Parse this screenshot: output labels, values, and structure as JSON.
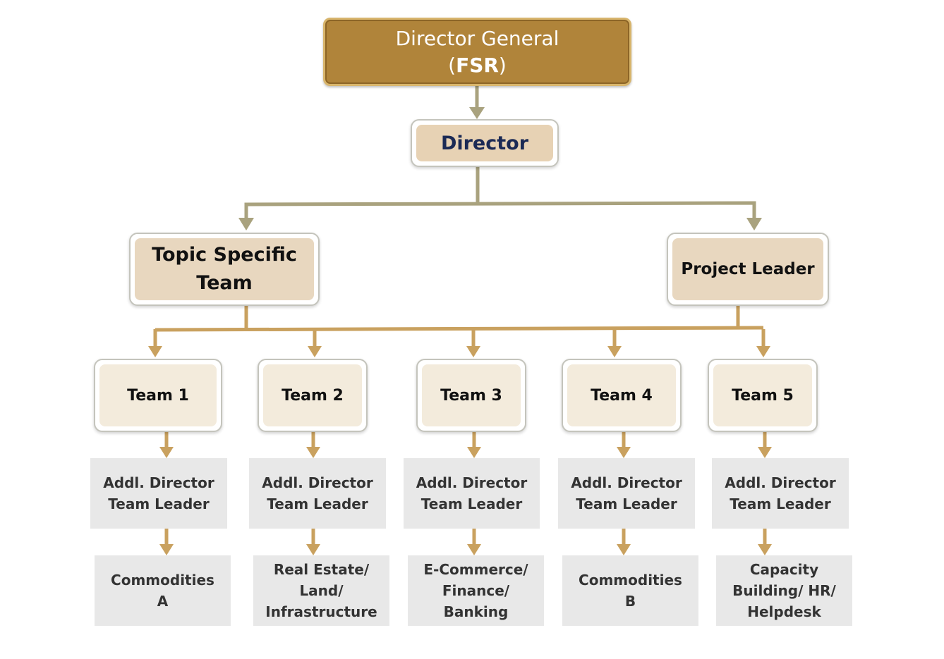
{
  "director_general": {
    "title": "Director General",
    "abbr_open": "(",
    "abbr": "FSR",
    "abbr_close": ")"
  },
  "director": {
    "label": "Director"
  },
  "topic_specific_team": {
    "line1": "Topic Specific",
    "line2": "Team"
  },
  "project_leader": {
    "label": "Project Leader"
  },
  "teams": [
    {
      "label": "Team 1",
      "lead1": "Addl. Director",
      "lead2": "Team Leader",
      "area": [
        "Commodities",
        "A"
      ]
    },
    {
      "label": "Team 2",
      "lead1": "Addl. Director",
      "lead2": "Team Leader",
      "area": [
        "Real Estate/",
        "Land/",
        "Infrastructure"
      ]
    },
    {
      "label": "Team 3",
      "lead1": "Addl. Director",
      "lead2": "Team Leader",
      "area": [
        "E-Commerce/",
        "Finance/",
        "Banking"
      ]
    },
    {
      "label": "Team 4",
      "lead1": "Addl. Director",
      "lead2": "Team Leader",
      "area": [
        "Commodities",
        "B"
      ]
    },
    {
      "label": "Team 5",
      "lead1": "Addl. Director",
      "lead2": "Team Leader",
      "area": [
        "Capacity",
        "Building/ HR/",
        "Helpdesk"
      ]
    }
  ],
  "colors": {
    "top_connector": "#a9a27e",
    "lower_connector": "#c9a15f",
    "dg_fill": "#b0843a"
  }
}
